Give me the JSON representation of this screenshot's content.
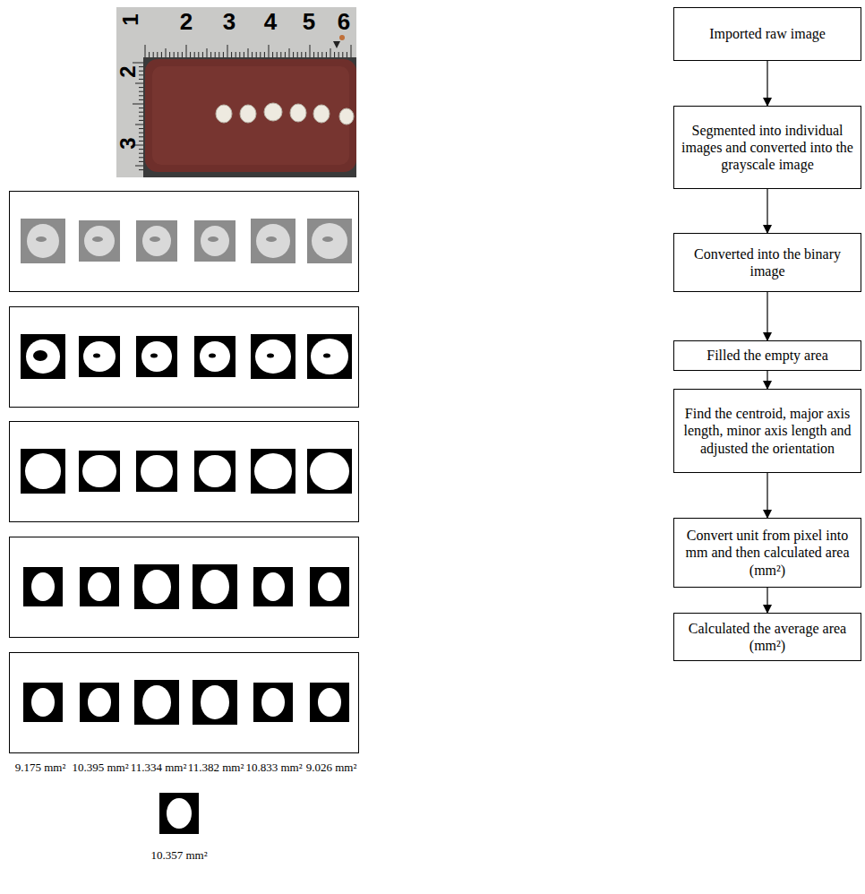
{
  "diagram": {
    "nodes": [
      {
        "text": [
          "Imported raw image"
        ]
      },
      {
        "text": [
          "Segmented into individual images and converted into the grayscale image"
        ]
      },
      {
        "text": [
          "Converted into the binary image"
        ]
      },
      {
        "text": [
          "Filled the empty area"
        ]
      },
      {
        "text": [
          "Find the centroid, major axis length, minor axis length and adjusted the orientation"
        ]
      },
      {
        "text": [
          "Convert unit from pixel into mm and then calculated area (mm²)"
        ]
      },
      {
        "text": [
          "Calculated the average area (mm²)"
        ]
      }
    ],
    "edges": [
      {
        "from": 0,
        "to": 1,
        "arrow": "to"
      },
      {
        "from": 1,
        "to": 2,
        "arrow": "to"
      },
      {
        "from": 2,
        "to": 3,
        "arrow": "to"
      },
      {
        "from": 3,
        "to": 4,
        "arrow": "to"
      },
      {
        "from": 4,
        "to": 5,
        "arrow": "to"
      },
      {
        "from": 5,
        "to": 6,
        "arrow": "to"
      }
    ],
    "labels": [
      "1",
      "2",
      "3",
      "4",
      "5",
      "6",
      "2",
      "3",
      "9.175 mm²",
      "10.395 mm²",
      "11.334 mm²",
      "11.382 mm²",
      "10.833 mm²",
      "9.026 mm²",
      "10.357 mm²"
    ]
  }
}
